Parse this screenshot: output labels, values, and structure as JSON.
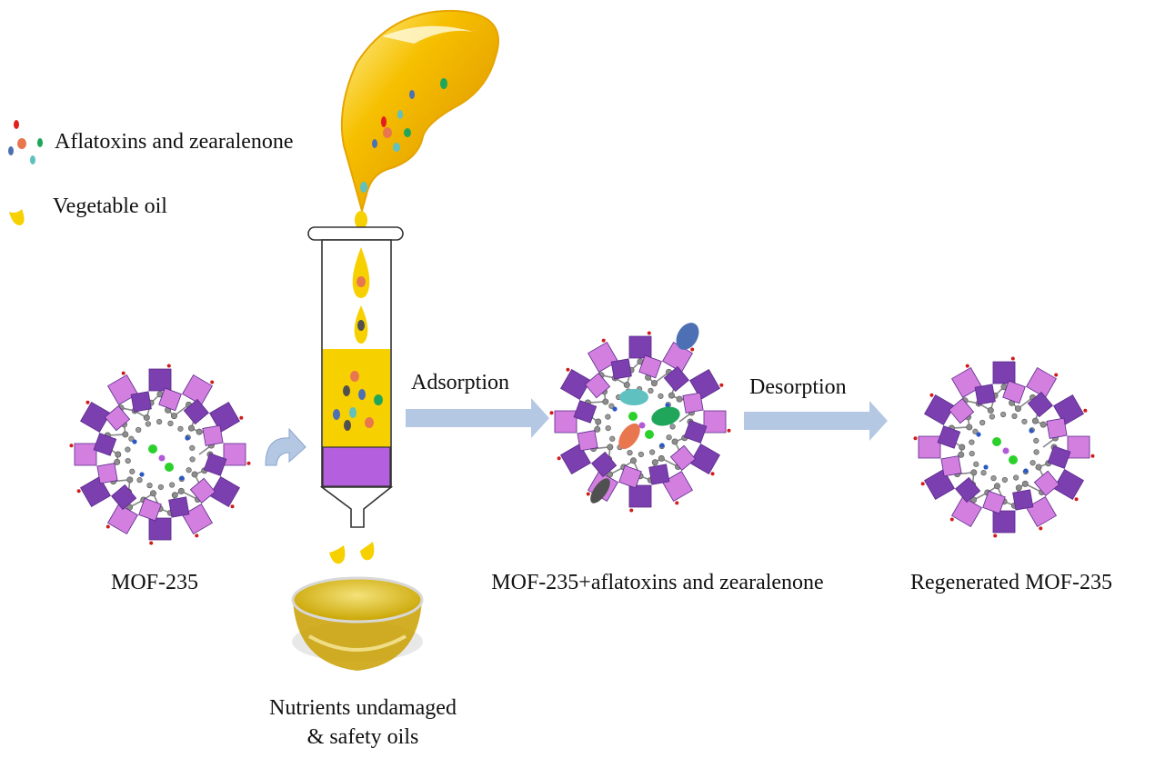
{
  "legend": {
    "toxins_label": "Aflatoxins and zearalenone",
    "oil_label": "Vegetable oil"
  },
  "steps": {
    "adsorption_label": "Adsorption",
    "desorption_label": "Desorption"
  },
  "captions": {
    "mof": "MOF-235",
    "mof_loaded": "MOF-235+aflatoxins and zearalenone",
    "regenerated": "Regenerated MOF-235",
    "output_line1": "Nutrients undamaged",
    "output_line2": "& safety oils"
  },
  "colors": {
    "oil_yellow": "#f7d000",
    "sorbent_purple": "#b45fdd",
    "octahedra_dark": "#7b3fb0",
    "octahedra_light": "#d27fe0",
    "arrow_blue": "#b4c8e4",
    "toxin_red": "#e21f1f",
    "toxin_orange": "#e8764e",
    "toxin_blue": "#4d6fb3",
    "toxin_green": "#1fa65a",
    "toxin_teal": "#5fc1c0",
    "toxin_gray": "#505050"
  }
}
